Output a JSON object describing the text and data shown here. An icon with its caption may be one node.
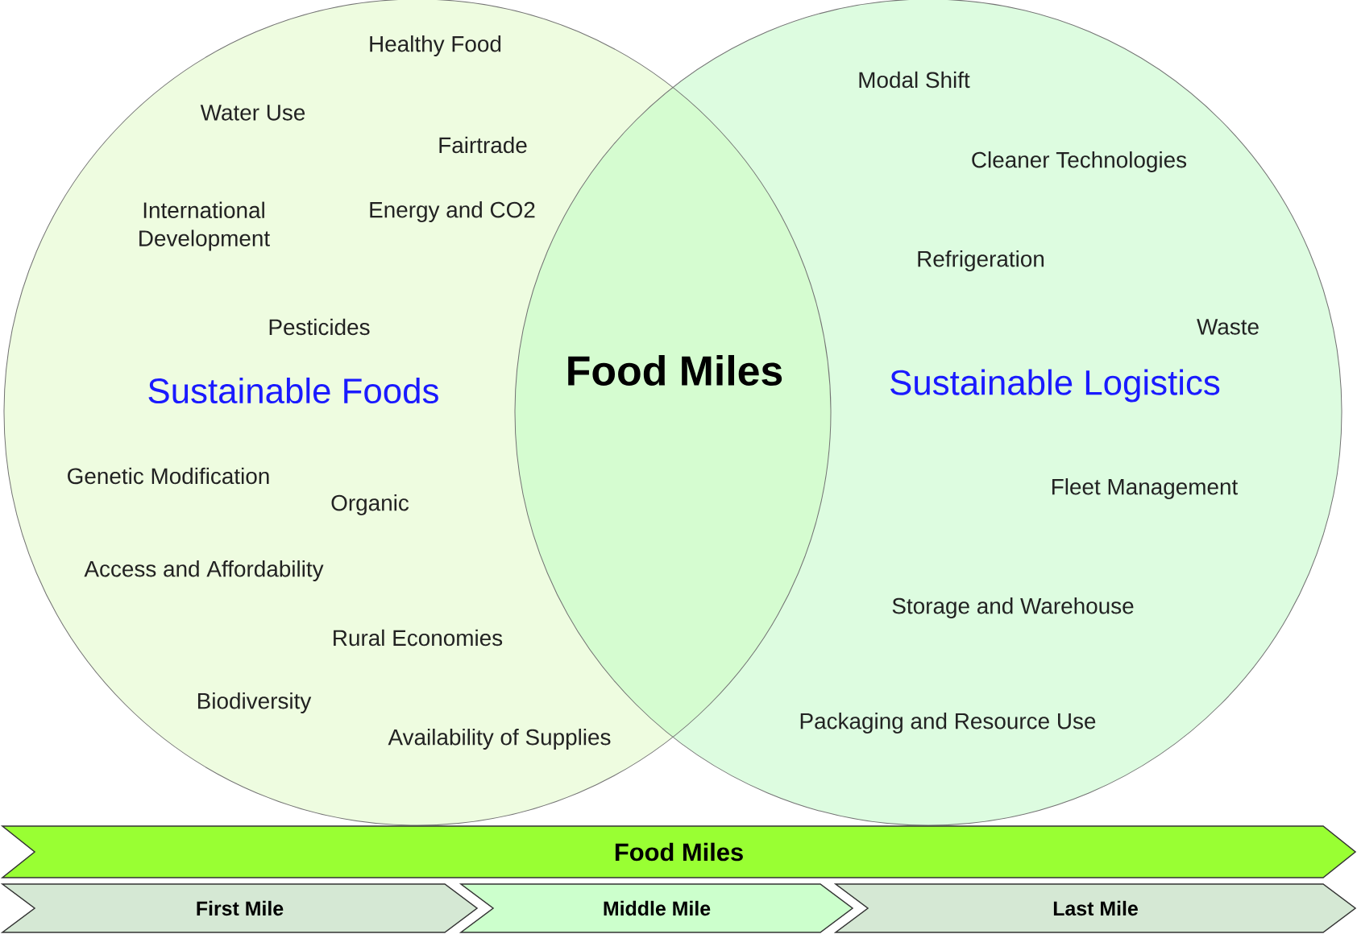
{
  "diagram": {
    "nodes": [
      {
        "text": [
          "Sustainable Foods"
        ]
      },
      {
        "text": [
          "Sustainable Logistics"
        ]
      },
      {
        "text": [
          "Food Miles"
        ]
      },
      {
        "text": [
          "First Mile"
        ]
      },
      {
        "text": [
          "Middle Mile"
        ]
      },
      {
        "text": [
          "Last Mile"
        ]
      }
    ],
    "edges": [],
    "labels": [
      "Healthy Food",
      "Modal Shift",
      "Water Use",
      "Fairtrade",
      "Cleaner Technologies",
      "International Development",
      "Energy and CO2",
      "Refrigeration",
      "Pesticides",
      "Waste",
      "Food Miles",
      "Genetic Modification",
      "Fleet Management",
      "Organic",
      "Access and Affordability",
      "Storage and Warehouse",
      "Rural Economies",
      "Biodiversity",
      "Packaging and Resource Use",
      "Availability of Supplies"
    ]
  }
}
